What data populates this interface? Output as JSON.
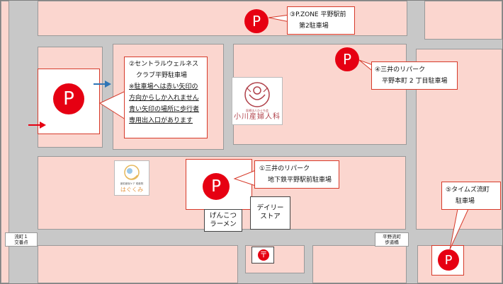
{
  "parkings": [
    {
      "id": "pzone",
      "line1": "③P.ZONE 平野駅前",
      "line2": "第2駐車場"
    },
    {
      "id": "central",
      "line1": "②セントラルウェルネス",
      "line2": "クラブ平野駐車場",
      "note": [
        "※駐車場へは赤い矢印の",
        "方向からしか入れません",
        "青い矢印の場所に歩行者",
        "専用出入口があります"
      ]
    },
    {
      "id": "mitsui-honmachi",
      "line1": "④三井のリパーク",
      "line2": "平野本町 2 丁目駐車場"
    },
    {
      "id": "mitsui-station",
      "line1": "①三井のリパーク",
      "line2": "地下鉄平野駅前駐車場"
    },
    {
      "id": "times",
      "line1": "⑤タイムズ流町",
      "line2": "駐車場"
    }
  ],
  "parking_symbol": "P",
  "landmarks": {
    "clinic": {
      "line1": "医療法人ひぐち会",
      "name": "小川産婦人科"
    },
    "hagukumi": {
      "line1": "産前産後ケア",
      "line2": "助産院",
      "name": "はぐくみ"
    },
    "genkotsu": {
      "line1": "げんこつ",
      "line2": "ラーメン"
    },
    "daily": {
      "line1": "デイリー",
      "line2": "ストア"
    },
    "post_office_symbol": "〒"
  },
  "intersections": [
    {
      "id": "nagare",
      "line1": "流町１",
      "line2": "交番点"
    },
    {
      "id": "hirano",
      "line1": "平野流町",
      "line2": "歩道橋"
    }
  ],
  "colors": {
    "block": "#fbd6cf",
    "road": "#c8c8c8",
    "accent": "#d63a2a",
    "pin": "#e60012",
    "blue_arrow": "#2e75b6"
  }
}
